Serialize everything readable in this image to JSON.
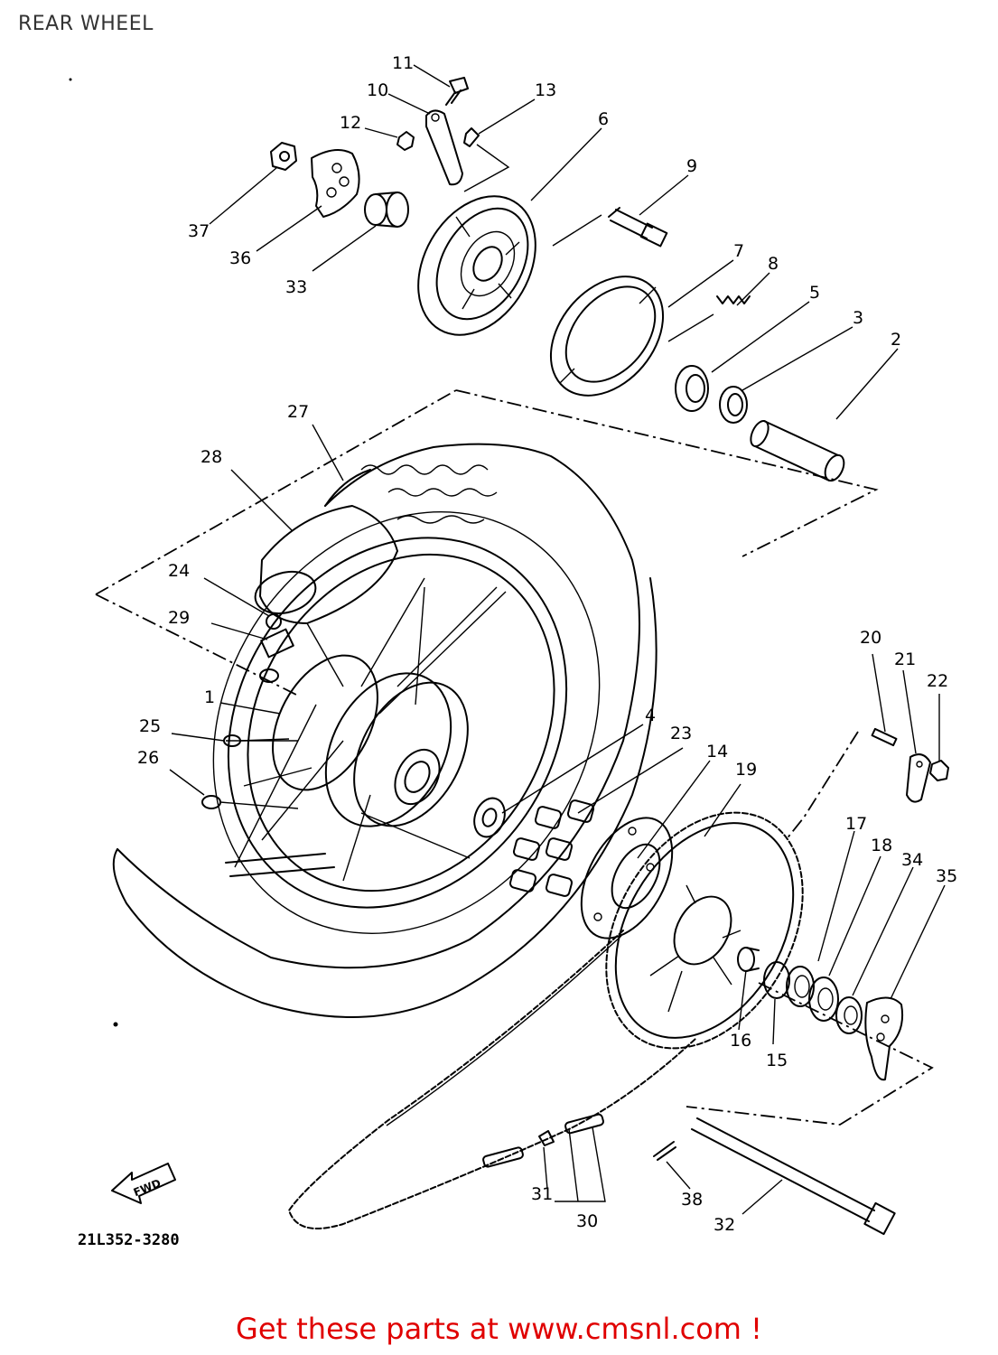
{
  "title": "REAR WHEEL",
  "diagram_code": "21L352-3280",
  "fwd_label": "FWD",
  "footer": "Get these parts at www.cmsnl.com !",
  "callouts": [
    "1",
    "2",
    "3",
    "4",
    "5",
    "6",
    "7",
    "8",
    "9",
    "10",
    "11",
    "12",
    "13",
    "14",
    "15",
    "16",
    "17",
    "18",
    "19",
    "20",
    "21",
    "22",
    "23",
    "24",
    "25",
    "26",
    "27",
    "28",
    "29",
    "30",
    "31",
    "32",
    "33",
    "34",
    "35",
    "36",
    "37",
    "38"
  ],
  "colors": {
    "footer_text": "#e00000",
    "line_art": "#000000",
    "title_text": "#333333"
  }
}
